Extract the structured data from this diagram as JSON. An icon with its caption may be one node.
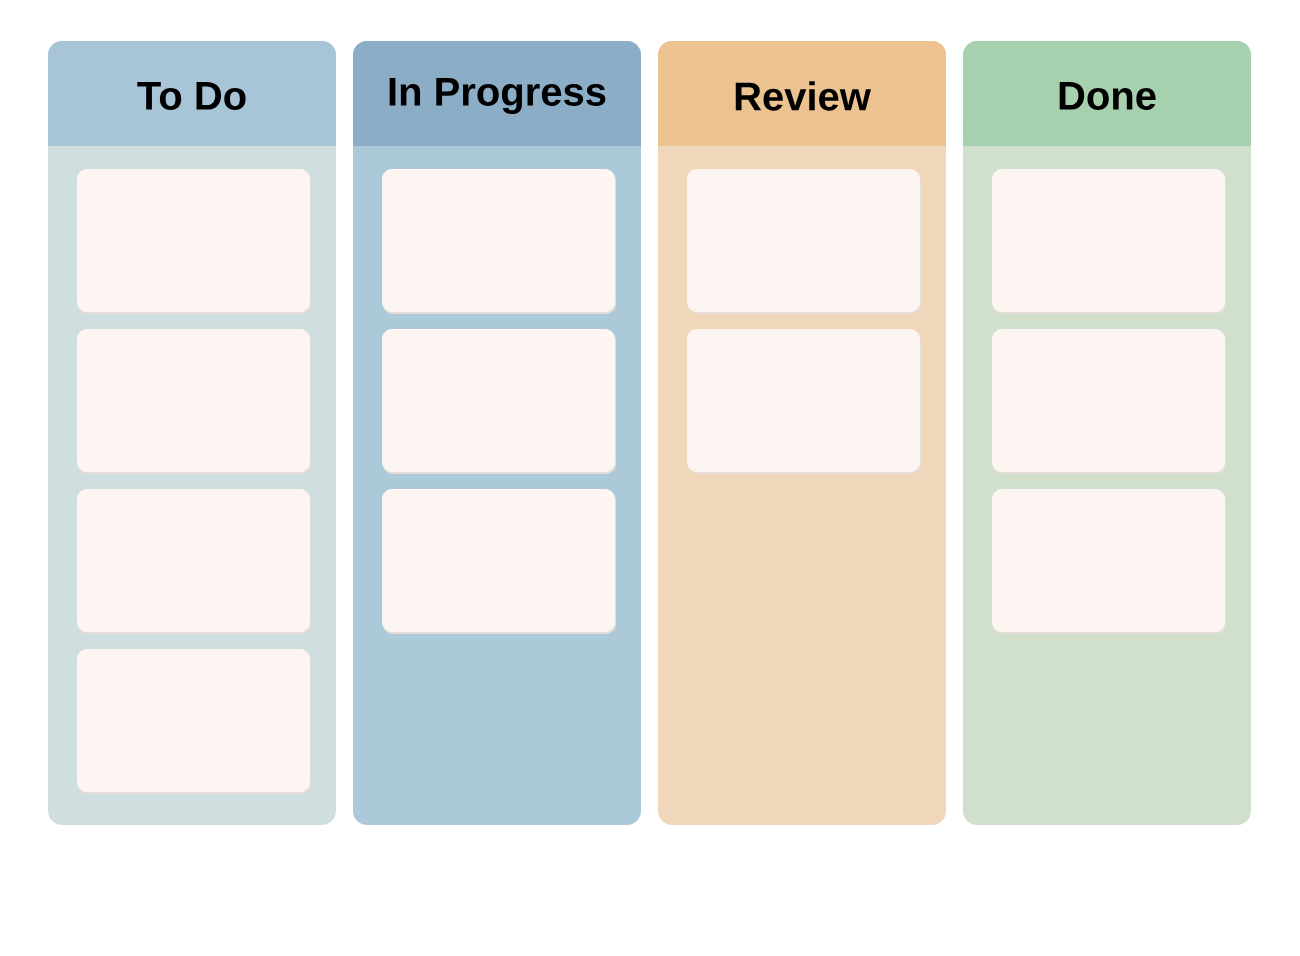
{
  "diagram": {
    "nodes": [
      {
        "text": [
          "To Do"
        ]
      },
      {
        "text": [],
        "shape": "box",
        "in": 0
      },
      {
        "text": [],
        "shape": "box",
        "in": 0
      },
      {
        "text": [],
        "shape": "box",
        "in": 0
      },
      {
        "text": [],
        "shape": "box",
        "in": 0
      },
      {
        "text": [
          "In Progress"
        ]
      },
      {
        "text": [],
        "shape": "box",
        "in": 5
      },
      {
        "text": [],
        "shape": "box",
        "in": 5
      },
      {
        "text": [],
        "shape": "box",
        "in": 5
      },
      {
        "text": [
          "Review"
        ]
      },
      {
        "text": [],
        "shape": "box",
        "in": 9
      },
      {
        "text": [],
        "shape": "box",
        "in": 9
      },
      {
        "text": [
          "Done"
        ]
      },
      {
        "text": [],
        "shape": "box",
        "in": 12
      },
      {
        "text": [],
        "shape": "box",
        "in": 12
      },
      {
        "text": [],
        "shape": "box",
        "in": 12
      }
    ]
  }
}
